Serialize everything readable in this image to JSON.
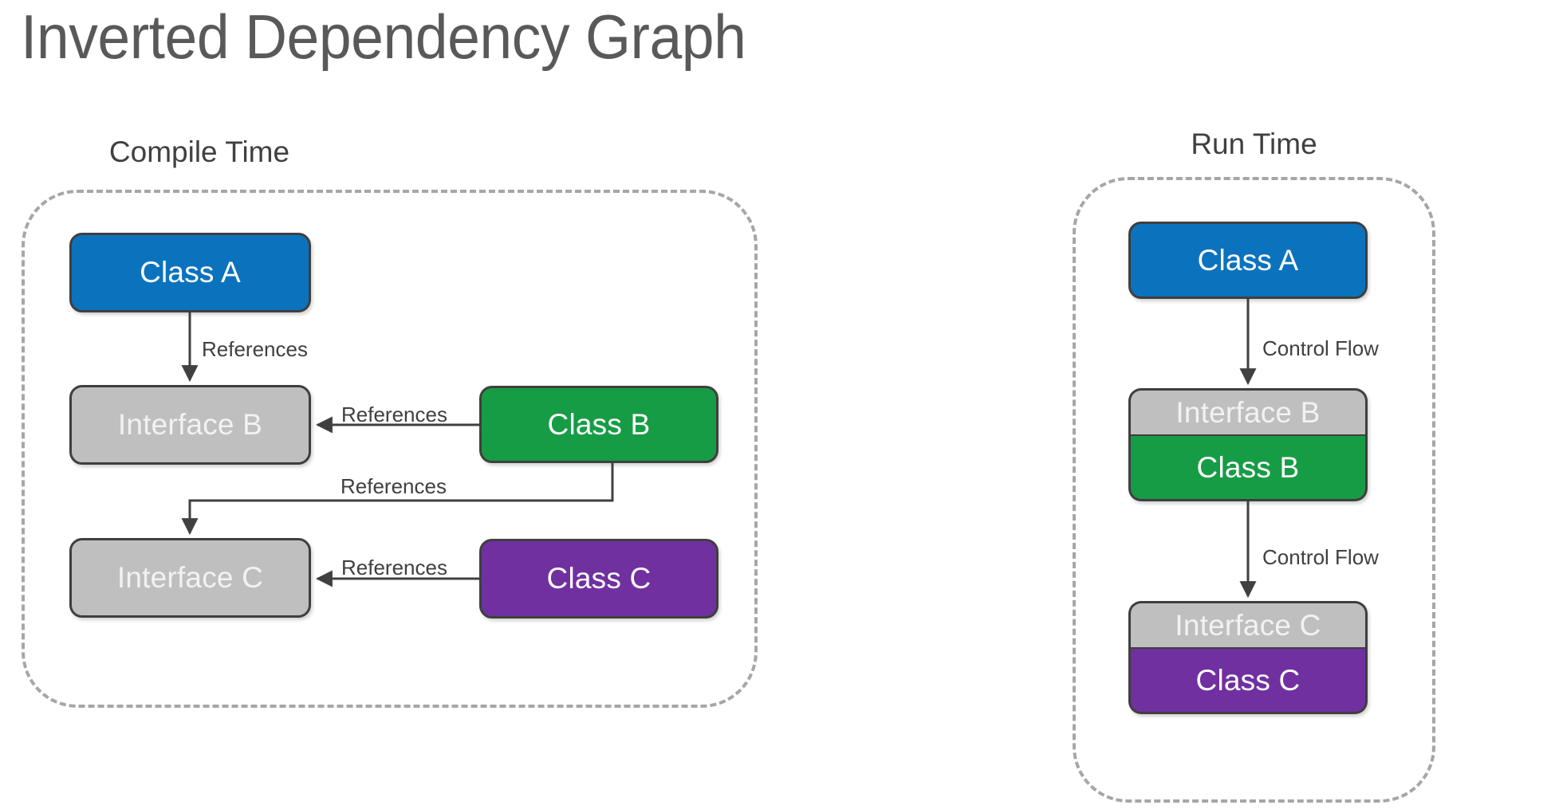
{
  "title": "Inverted Dependency Graph",
  "colors": {
    "class_blue": "#0B73BD",
    "class_green": "#179C46",
    "class_purple": "#7030A0",
    "interface_gray": "#BFBFBF",
    "node_border": "#3F3F3F",
    "zone_dash": "#A6A6A6",
    "title_text": "#595959",
    "label_text": "#404040",
    "connector": "#404040",
    "node_text": "#FFFFFF"
  },
  "panels": [
    {
      "id": "compile",
      "caption": "Compile Time",
      "nodes": [
        {
          "id": "compile-class-a",
          "label": "Class A",
          "kind": "class",
          "color": "class_blue"
        },
        {
          "id": "compile-iface-b",
          "label": "Interface B",
          "kind": "interface",
          "color": "interface_gray"
        },
        {
          "id": "compile-class-b",
          "label": "Class B",
          "kind": "class",
          "color": "class_green"
        },
        {
          "id": "compile-iface-c",
          "label": "Interface C",
          "kind": "interface",
          "color": "interface_gray"
        },
        {
          "id": "compile-class-c",
          "label": "Class C",
          "kind": "class",
          "color": "class_purple"
        }
      ],
      "edges": [
        {
          "id": "edge-a-to-ifaceb",
          "from": "Class A",
          "to": "Interface B",
          "label": "References"
        },
        {
          "id": "edge-b-to-ifaceb",
          "from": "Class B",
          "to": "Interface B",
          "label": "References"
        },
        {
          "id": "edge-b-to-ifacec",
          "from": "Class B",
          "to": "Interface C",
          "label": "References"
        },
        {
          "id": "edge-c-to-ifacec",
          "from": "Class C",
          "to": "Interface C",
          "label": "References"
        }
      ]
    },
    {
      "id": "runtime",
      "caption": "Run Time",
      "nodes": [
        {
          "id": "runtime-class-a",
          "label": "Class A",
          "kind": "class",
          "color": "class_blue"
        },
        {
          "id": "runtime-iface-b",
          "label": "Interface B",
          "kind": "interface",
          "color": "interface_gray"
        },
        {
          "id": "runtime-class-b",
          "label": "Class B",
          "kind": "class",
          "color": "class_green"
        },
        {
          "id": "runtime-iface-c",
          "label": "Interface C",
          "kind": "interface",
          "color": "interface_gray"
        },
        {
          "id": "runtime-class-c",
          "label": "Class C",
          "kind": "class",
          "color": "class_purple"
        }
      ],
      "edges": [
        {
          "id": "edge-rt-a-to-b",
          "from": "Class A",
          "to": "Interface B",
          "label": "Control Flow"
        },
        {
          "id": "edge-rt-b-to-c",
          "from": "Class B",
          "to": "Interface C",
          "label": "Control Flow"
        }
      ]
    }
  ]
}
